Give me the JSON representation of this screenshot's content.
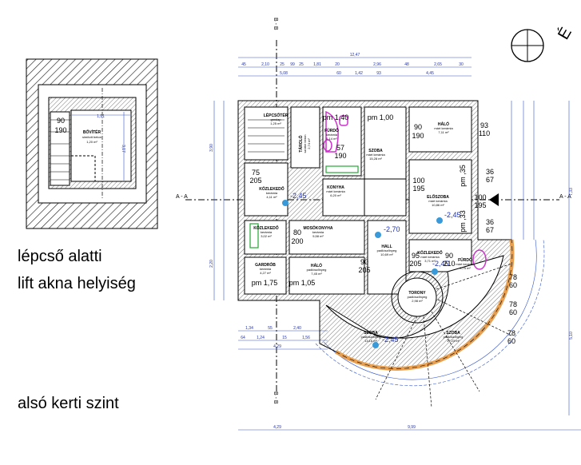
{
  "notes": {
    "line1": "lépcső alatti",
    "line2": "lift akna helyiség",
    "level": "alsó kerti szint"
  },
  "compass": {
    "north_label": "É"
  },
  "axes": {
    "bb": "B - B",
    "aa": "A - A"
  },
  "colors": {
    "wall_hatch": "#555555",
    "dimension": "#3355cc",
    "plumbing": "#cc33cc",
    "kitchen": "#22aa33",
    "door_frame": "#e8a050"
  },
  "inset_room": {
    "name": "BŐVÍTÉR",
    "finish": "simított beton",
    "area": "1,20 m²",
    "opening_w": "90",
    "opening_h": "190",
    "dim_w": "1,91",
    "dim_h": "3,17"
  },
  "rooms": [
    {
      "name": "LÉPCSŐTÉR",
      "finish": "greslap",
      "area": "1,25 m²"
    },
    {
      "name": "TÁROLÓ",
      "finish": "szürke beton",
      "area": "2,74 m²"
    },
    {
      "name": "FÜRDŐ",
      "finish": "kerámia",
      "area": "5,14 m²"
    },
    {
      "name": "SZOBA",
      "finish": "márt kerámia",
      "area": "15,28 m²"
    },
    {
      "name": "KONYHA",
      "finish": "márt kerámia",
      "area": "6,20 m²"
    },
    {
      "name": "KÖZLEKEDŐ",
      "finish": "kerámia",
      "area": "4,11 m²"
    },
    {
      "name": "HÁLÓ",
      "finish": "márt kerámia",
      "area": "7,11 m²"
    },
    {
      "name": "ELŐSZOBA",
      "finish": "márt kerámia",
      "area": "10,86 m²"
    },
    {
      "name": "KÖZLEKEDŐ",
      "finish": "kerámia",
      "area": "3,02 m²"
    },
    {
      "name": "MOSÓKONYHA",
      "finish": "kerámia",
      "area": "5,58 m²"
    },
    {
      "name": "HALL",
      "finish": "padlószőnyeg",
      "area": "10,69 m²"
    },
    {
      "name": "GARDRÓB",
      "finish": "kerámia",
      "area": "4,27 m²"
    },
    {
      "name": "HÁLÓ",
      "finish": "padlószőnyeg",
      "area": "7,45 m²"
    },
    {
      "name": "KÖZLEKEDŐ",
      "finish": "márt kerámia",
      "area": "3,71 m²"
    },
    {
      "name": "FÜRDŐ",
      "finish": "márt kerámia",
      "area": "3,75 m²"
    },
    {
      "name": "TORONY",
      "finish": "padlószőnyeg",
      "area": "2,98 m²"
    },
    {
      "name": "SZOBA",
      "finish": "padlószőnyeg",
      "area": "13,16 m²"
    },
    {
      "name": "SZOBA",
      "finish": "padlószőnyeg",
      "area": "17,23 m²"
    }
  ],
  "levels": [
    "-2,45",
    "-2,45",
    "-2,70",
    "-2,45",
    "-2,45"
  ],
  "parapets": [
    "pm 1,40",
    "pm 1,00",
    "pm 1,75",
    "pm 1,05",
    "pm ,35",
    "pm ,33"
  ],
  "openings": [
    {
      "w": "90",
      "h": "190"
    },
    {
      "w": "57",
      "h": "190"
    },
    {
      "w": "75",
      "h": "205"
    },
    {
      "w": "100",
      "h": "195"
    },
    {
      "w": "93",
      "h": "110"
    },
    {
      "w": "36",
      "h": "67"
    },
    {
      "w": "100",
      "h": "195"
    },
    {
      "w": "36",
      "h": "67"
    },
    {
      "w": "80",
      "h": "200"
    },
    {
      "w": "90",
      "h": "205"
    },
    {
      "w": "95",
      "h": "205"
    },
    {
      "w": "90",
      "h": "210"
    },
    {
      "w": "78",
      "h": "60"
    },
    {
      "w": "78",
      "h": "60"
    },
    {
      "w": "78",
      "h": "60"
    }
  ],
  "dimensions": {
    "top_total": "12,47",
    "top_chain": [
      "45",
      "2,10",
      "25",
      "99",
      "25",
      "1,81",
      "20",
      "2,96",
      "48",
      "2,65",
      "30"
    ],
    "top_chain2": [
      "5,08",
      "60",
      "1,42",
      "93",
      "4,45"
    ],
    "right": [
      "7,33",
      "5,10"
    ],
    "left": [
      "3,90",
      "2,20"
    ],
    "bottom_chain1": [
      "1,34",
      "55",
      "2,40"
    ],
    "bottom_chain2": [
      "64",
      "1,24",
      "15",
      "1,56"
    ],
    "bottom_chain3": [
      "4,29"
    ],
    "bottom_total": [
      "4,29",
      "9,99"
    ]
  }
}
